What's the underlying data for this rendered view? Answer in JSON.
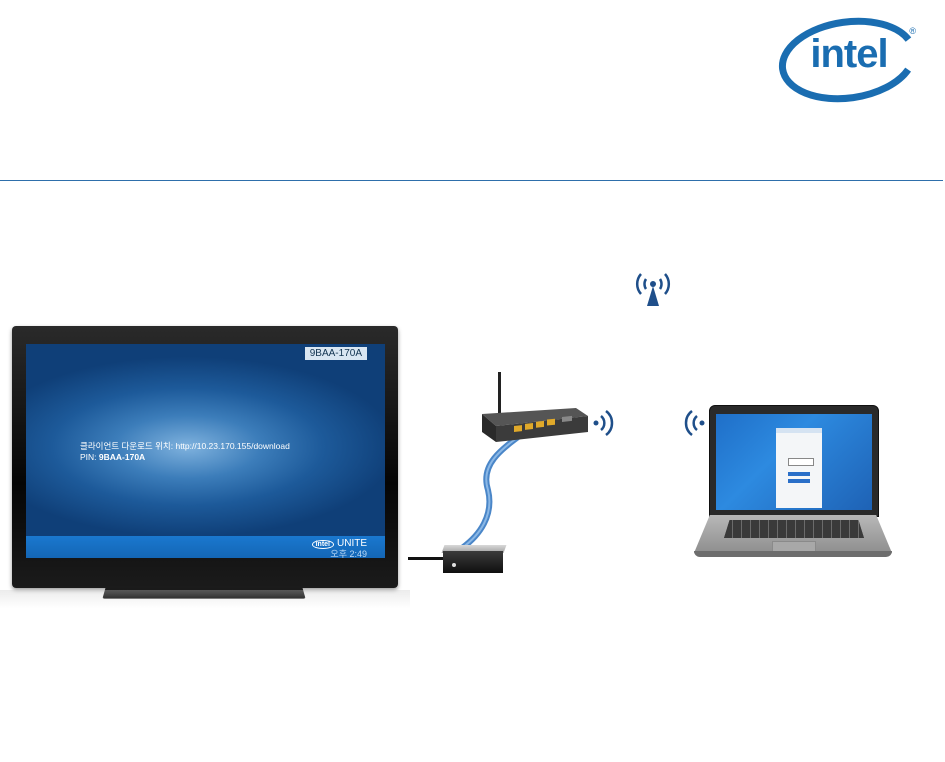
{
  "logo": {
    "text": "intel",
    "reg_mark": "®"
  },
  "tv": {
    "pin_badge": "9BAA-170A",
    "download_text": "클라이언트 다운로드 위치: http://10.23.170.155/download",
    "pin_label": "PIN:",
    "pin_value": "9BAA-170A",
    "brand_small": "intel",
    "brand_name": "UNITE",
    "time": "오후 2:49"
  },
  "colors": {
    "accent_blue": "#1a6db1",
    "divider": "#2e6fab",
    "cable_blue": "#4a86c8",
    "wifi_blue": "#1f4f8a"
  },
  "icons": [
    "broadcast-antenna-icon",
    "wifi-signal-icon"
  ]
}
